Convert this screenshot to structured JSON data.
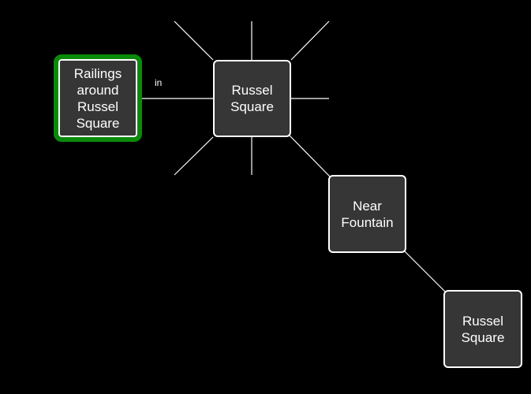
{
  "diagram": {
    "nodes": [
      {
        "id": "railings",
        "label": "Railings around Russel Square",
        "selected": true
      },
      {
        "id": "russel-main",
        "label": "Russel Square",
        "selected": false
      },
      {
        "id": "fountain",
        "label": "Near Fountain",
        "selected": false
      },
      {
        "id": "russel-lower",
        "label": "Russel Square",
        "selected": false
      }
    ],
    "edges": [
      {
        "from": "railings",
        "to": "russel-main",
        "label": "in"
      },
      {
        "from": "russel-main",
        "to": "fountain",
        "label": ""
      },
      {
        "from": "fountain",
        "to": "russel-lower",
        "label": ""
      }
    ],
    "colors": {
      "background": "#000000",
      "node_fill": "#363636",
      "node_border": "#ffffff",
      "selection": "#0a8a0a",
      "edge": "#ffffff"
    }
  }
}
